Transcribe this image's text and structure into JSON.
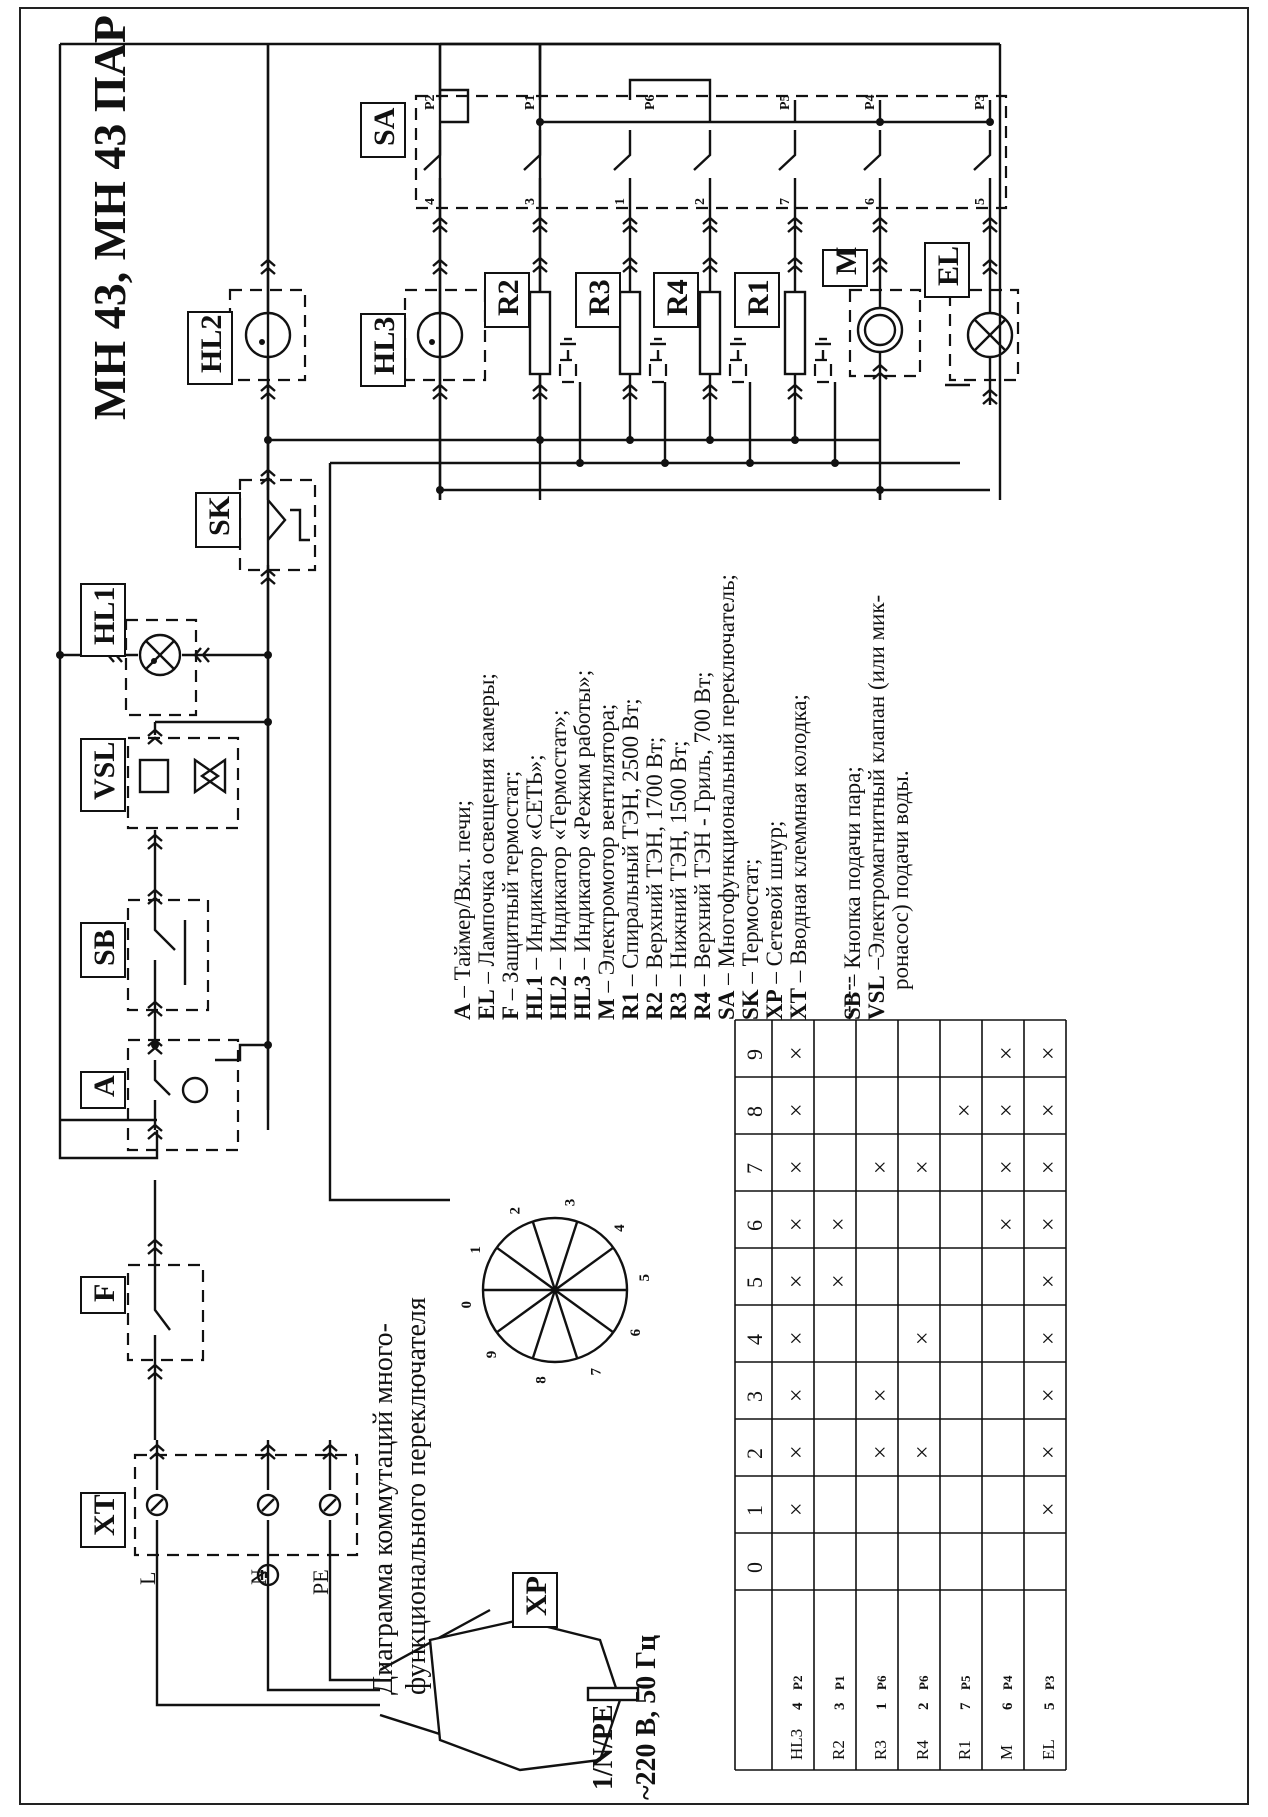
{
  "title": "МН 43, МН 43 ПАР",
  "component_labels": {
    "XT": "XT",
    "F": "F",
    "A": "A",
    "SB": "SB",
    "VSL": "VSL",
    "HL1": "HL1",
    "SK": "SK",
    "HL2": "HL2",
    "HL3": "HL3",
    "R2": "R2",
    "R3": "R3",
    "R4": "R4",
    "R1": "R1",
    "M": "M",
    "EL": "EL",
    "SA": "SA",
    "XP": "XP"
  },
  "wire_labels": {
    "L": "L",
    "N": "N",
    "PE": "PE"
  },
  "supply": {
    "line1": "1/N/PE",
    "line2": "~220 В, 50 Гц"
  },
  "switch_contacts": {
    "top": [
      "P2",
      "P1",
      "P6",
      "P5",
      "P4",
      "P3"
    ],
    "bottom": [
      "4",
      "3",
      "1",
      "2",
      "7",
      "6",
      "5"
    ]
  },
  "diagram_caption": [
    "Диаграмма коммутаций много-",
    "функционального переключателя"
  ],
  "dial_numbers": [
    "0",
    "1",
    "2",
    "3",
    "4",
    "5",
    "6",
    "7",
    "8",
    "9"
  ],
  "legend": [
    {
      "key": "A",
      "text": " – Таймер/Вкл. печи;"
    },
    {
      "key": "EL",
      "text": " – Лампочка освещения камеры;"
    },
    {
      "key": "F",
      "text": " – Защитный термостат;"
    },
    {
      "key": "HL1",
      "text": " – Индикатор «СЕТЬ»;"
    },
    {
      "key": "HL2",
      "text": " – Индикатор «Термостат»;"
    },
    {
      "key": "HL3",
      "text": " – Индикатор «Режим работы»;"
    },
    {
      "key": "M",
      "text": " – Электромотор вентилятора;"
    },
    {
      "key": "R1",
      "text": " – Спиральный ТЭН,  2500 Вт;"
    },
    {
      "key": "R2",
      "text": " – Верхний ТЭН,  1700 Вт;"
    },
    {
      "key": "R3",
      "text": " – Нижний ТЭН,  1500 Вт;"
    },
    {
      "key": "R4",
      "text": " – Верхний ТЭН - Гриль,  700 Вт;"
    },
    {
      "key": "SA",
      "text": " – Многофункциональный переключатель;"
    },
    {
      "key": "SK",
      "text": " – Термостат;"
    },
    {
      "key": "XP",
      "text": " – Сетевой шнур;"
    },
    {
      "key": "XT",
      "text": " – Вводная клеммная колодка;"
    },
    {
      "key": "SB",
      "text": " – Кнопка подачи пара;"
    },
    {
      "key": "VSL",
      "text": " –Электромагнитный клапан (или мик-"
    },
    {
      "key": "",
      "text": "ронасос) подачи воды."
    }
  ],
  "legend_separator": "------",
  "table": {
    "positions": [
      "0",
      "1",
      "2",
      "3",
      "4",
      "5",
      "6",
      "7",
      "8",
      "9"
    ],
    "rows": [
      {
        "name": "HL3",
        "a": "4",
        "b": "P2",
        "marks": [
          "",
          "×",
          "×",
          "×",
          "×",
          "×",
          "×",
          "×",
          "×",
          "×"
        ]
      },
      {
        "name": "R2",
        "a": "3",
        "b": "P1",
        "marks": [
          "",
          "",
          "",
          "",
          "",
          "×",
          "×",
          "",
          "",
          ""
        ]
      },
      {
        "name": "R3",
        "a": "1",
        "b": "P6",
        "marks": [
          "",
          "",
          "×",
          "×",
          "",
          "",
          "",
          "×",
          "",
          ""
        ]
      },
      {
        "name": "R4",
        "a": "2",
        "b": "P6",
        "marks": [
          "",
          "",
          "×",
          "",
          "×",
          "",
          "",
          "×",
          "",
          ""
        ]
      },
      {
        "name": "R1",
        "a": "7",
        "b": "P5",
        "marks": [
          "",
          "",
          "",
          "",
          "",
          "",
          "",
          "",
          "×",
          ""
        ]
      },
      {
        "name": "M",
        "a": "6",
        "b": "P4",
        "marks": [
          "",
          "",
          "",
          "",
          "",
          "",
          "×",
          "×",
          "×",
          "×"
        ]
      },
      {
        "name": "EL",
        "a": "5",
        "b": "P3",
        "marks": [
          "",
          "×",
          "×",
          "×",
          "×",
          "×",
          "×",
          "×",
          "×",
          "×"
        ]
      }
    ]
  }
}
